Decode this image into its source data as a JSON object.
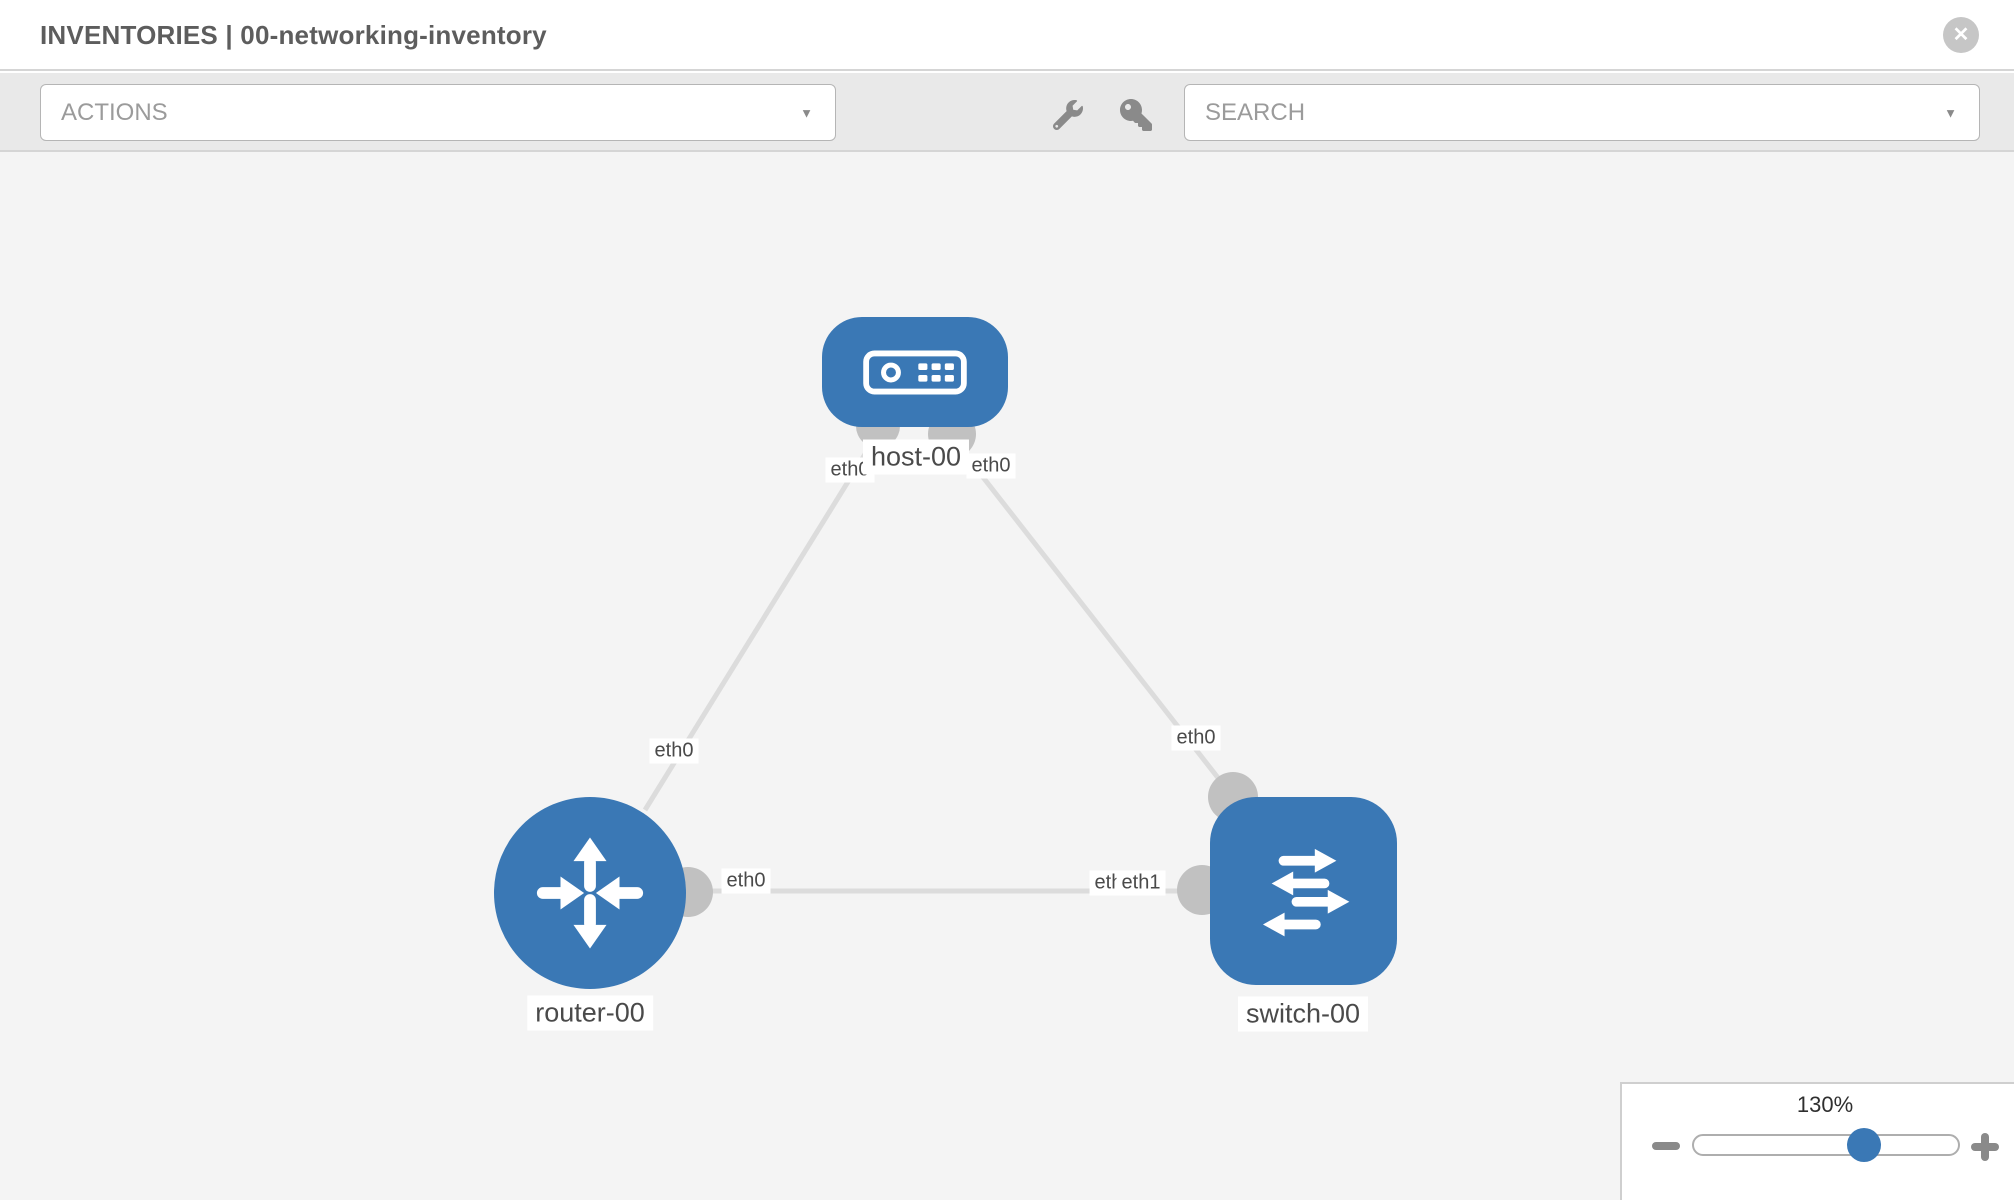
{
  "header": {
    "title": "INVENTORIES | 00-networking-inventory"
  },
  "icons": {
    "close": "✕",
    "dropdown_arrow": "▼"
  },
  "toolbar": {
    "actions_label": "ACTIONS",
    "search_label": "SEARCH"
  },
  "topology": {
    "nodes": [
      {
        "label": "host-00",
        "type": "host"
      },
      {
        "label": "router-00",
        "type": "router"
      },
      {
        "label": "switch-00",
        "type": "switch"
      }
    ],
    "interface_labels": [
      "eth0",
      "eth0",
      "eth0",
      "eth0",
      "eth0",
      "eth0",
      "eth1"
    ],
    "links": [
      {
        "source": "host-00",
        "source_interface": "eth0",
        "target": "router-00",
        "target_interface": "eth0"
      },
      {
        "source": "host-00",
        "source_interface": "eth0",
        "target": "switch-00",
        "target_interface": "eth0"
      },
      {
        "source": "router-00",
        "source_interface": "eth0",
        "target": "switch-00",
        "target_interface": "eth1"
      }
    ]
  },
  "zoom_control": {
    "level": "130%",
    "percent_position": 64
  },
  "colors": {
    "node_blue": "#3a78b5",
    "canvas_bg": "#f4f4f4",
    "edge_gray": "#dcdcdc",
    "endpoint_gray": "#c1c1c1",
    "border_gray": "#d5d5d5",
    "title_gray": "#5d5d5d"
  }
}
